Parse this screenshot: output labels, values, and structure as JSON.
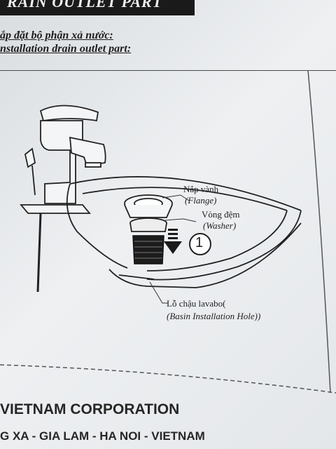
{
  "header": {
    "title": "RAIN OUTLET PART"
  },
  "subtitles": {
    "vietnamese": "ắp đặt bộ phận xả nước:",
    "english": "nstallation drain outlet part:"
  },
  "diagram": {
    "labels": {
      "flange_vn": "Nắp vành",
      "flange_en": "(Flange)",
      "washer_vn": "Vòng đệm",
      "washer_en": "(Washer)",
      "step_number": "1",
      "hole_vn": "Lỗ chậu lavabo(",
      "hole_en": "(Basin Installation Hole))"
    }
  },
  "footer": {
    "company": "VIETNAM CORPORATION",
    "address": "G XA - GIA LAM - HA NOI - VIETNAM"
  }
}
